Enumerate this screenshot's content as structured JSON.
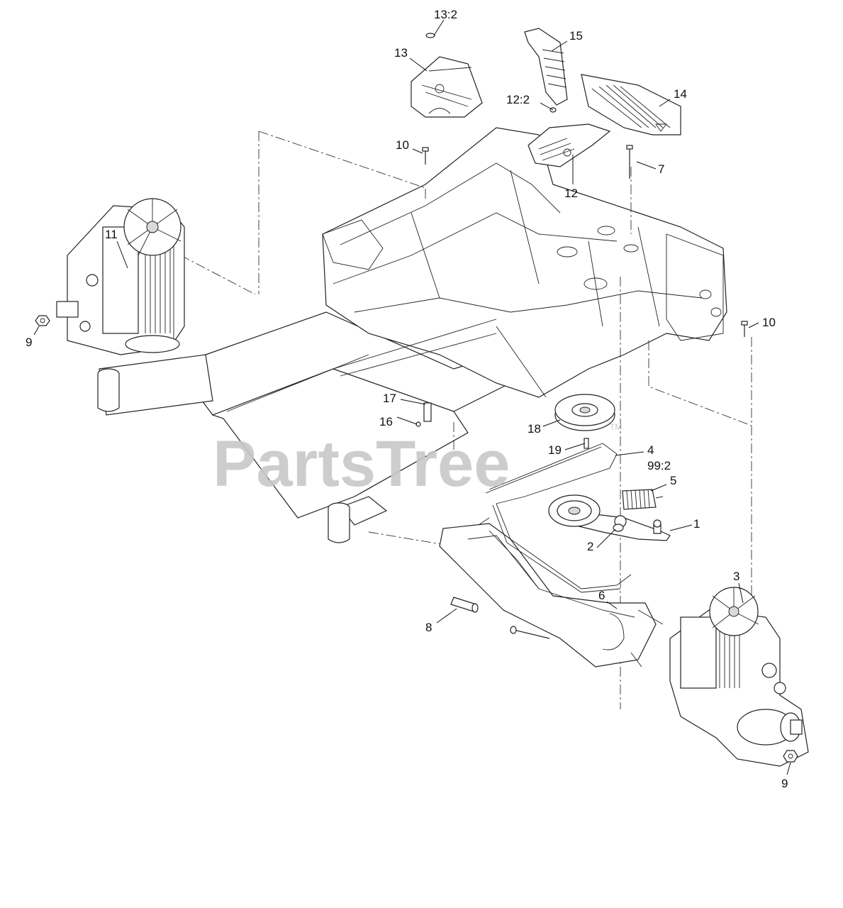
{
  "watermark": {
    "text": "PartsTree",
    "tm": "TM"
  },
  "callouts": {
    "c1": "1",
    "c2": "2",
    "c3": "3",
    "c4": "4",
    "c99_2": "99:2",
    "c5": "5",
    "c6": "6",
    "c7": "7",
    "c8": "8",
    "c9_left": "9",
    "c9_right": "9",
    "c10_left": "10",
    "c10_right": "10",
    "c11": "11",
    "c12": "12",
    "c12_2": "12:2",
    "c13": "13",
    "c13_2": "13:2",
    "c14": "14",
    "c15": "15",
    "c16": "16",
    "c17": "17",
    "c18": "18",
    "c19": "19"
  }
}
